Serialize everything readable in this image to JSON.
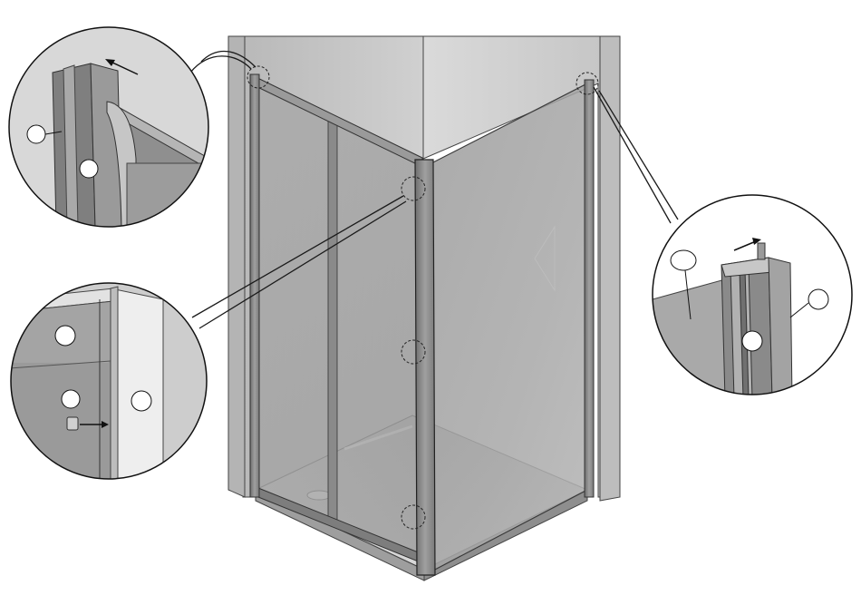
{
  "figure": {
    "labels": []
  },
  "colors": {
    "background": "#ffffff",
    "wall_left": "#c8c8c8",
    "wall_right": "#d2d2d2",
    "glass": "#a8a8a8",
    "frame": "#8c8c8c",
    "tray": "#cfcfcf",
    "outline": "#1a1a1a"
  },
  "callouts": [
    {
      "id": "top-left-detail",
      "markers": 2
    },
    {
      "id": "middle-left-detail",
      "markers": 3
    },
    {
      "id": "right-detail",
      "markers": 3
    }
  ]
}
